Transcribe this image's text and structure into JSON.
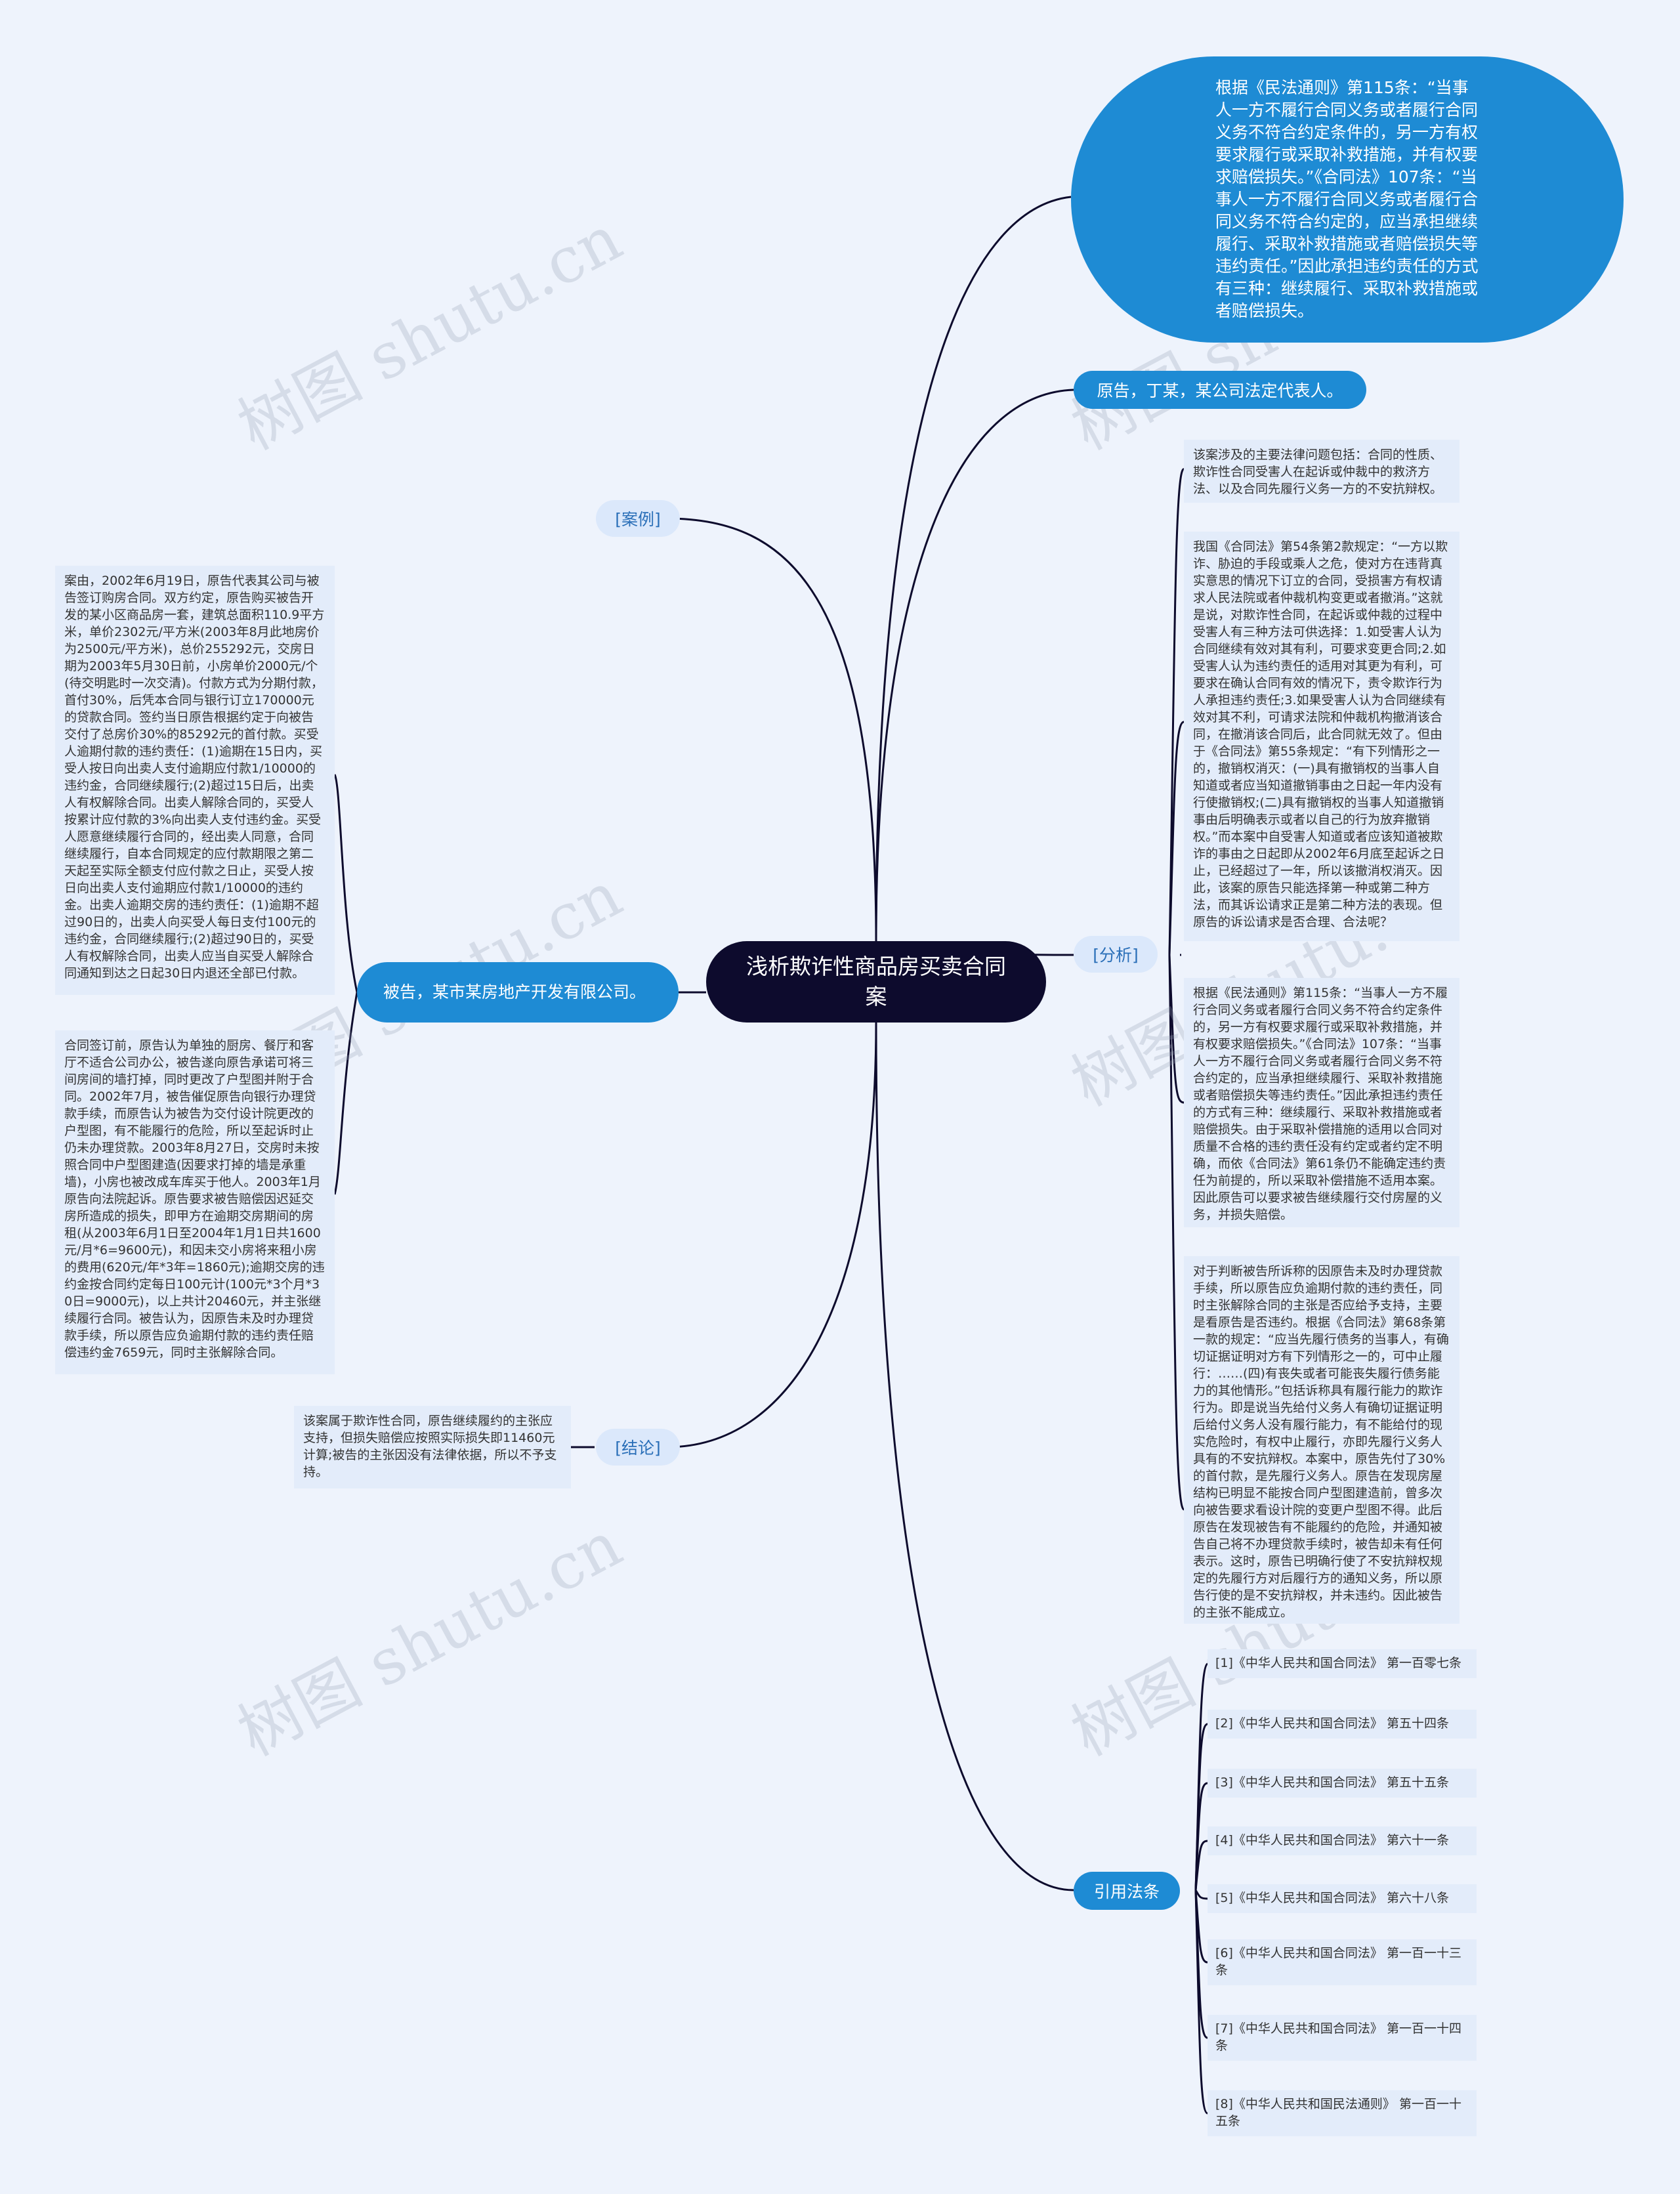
{
  "root": {
    "title": "浅析欺诈性商品房买卖合同案"
  },
  "branches": {
    "law_bubble": "根据《民法通则》第115条：“当事人一方不履行合同义务或者履行合同义务不符合约定条件的，另一方有权要求履行或采取补救措施，并有权要求赔偿损失。”《合同法》107条：“当事人一方不履行合同义务或者履行合同义务不符合约定的，应当承担继续履行、采取补救措施或者赔偿损失等违约责任。”因此承担违约责任的方式有三种：继续履行、采取补救措施或者赔偿损失。",
    "plaintiff": "原告，丁某，某公司法定代表人。",
    "case_label": "[案例]",
    "defendant": "被告，某市某房地产开发有限公司。",
    "conclusion_label": "[结论]",
    "analysis_label": "[分析]",
    "references_label": "引用法条"
  },
  "case_texts": [
    "案由，2002年6月19日，原告代表其公司与被告签订购房合同。双方约定，原告购买被告开发的某小区商品房一套，建筑总面积110.9平方米，单价2302元/平方米(2003年8月此地房价为2500元/平方米)，总价255292元，交房日期为2003年5月30日前，小房单价2000元/个(待交明匙时一次交清)。付款方式为分期付款，首付30%，后凭本合同与银行订立170000元的贷款合同。签约当日原告根据约定于向被告交付了总房价30%的85292元的首付款。买受人逾期付款的违约责任：(1)逾期在15日内，买受人按日向出卖人支付逾期应付款1/10000的违约金，合同继续履行;(2)超过15日后，出卖人有权解除合同。出卖人解除合同的，买受人按累计应付款的3%向出卖人支付违约金。买受人愿意继续履行合同的，经出卖人同意，合同继续履行，自本合同规定的应付款期限之第二天起至实际全额支付应付款之日止，买受人按日向出卖人支付逾期应付款1/10000的违约金。出卖人逾期交房的违约责任：(1)逾期不超过90日的，出卖人向买受人每日支付100元的违约金，合同继续履行;(2)超过90日的，买受人有权解除合同，出卖人应当自买受人解除合同通知到达之日起30日内退还全部已付款。",
    "合同签订前，原告认为单独的厨房、餐厅和客厅不适合公司办公，被告遂向原告承诺可将三间房间的墙打掉，同时更改了户型图并附于合同。2002年7月，被告催促原告向银行办理贷款手续，而原告认为被告为交付设计院更改的户型图，有不能履行的危险，所以至起诉时止仍未办理贷款。2003年8月27日，交房时未按照合同中户型图建造(因要求打掉的墙是承重墙)，小房也被改成车库买于他人。2003年1月原告向法院起诉。原告要求被告赔偿因迟延交房所造成的损失，即甲方在逾期交房期间的房租(从2003年6月1日至2004年1月1日共1600元/月*6=9600元)，和因未交小房将来租小房的费用(620元/年*3年=1860元);逾期交房的违约金按合同约定每日100元计(100元*3个月*30日=9000元)，以上共计20460元，并主张继续履行合同。被告认为，因原告未及时办理贷款手续，所以原告应负逾期付款的违约责任赔偿违约金7659元，同时主张解除合同。"
  ],
  "conclusion_text": "该案属于欺诈性合同，原告继续履约的主张应支持，但损失赔偿应按照实际损失即11460元计算;被告的主张因没有法律依据，所以不予支持。",
  "analysis_texts": [
    "该案涉及的主要法律问题包括：合同的性质、欺诈性合同受害人在起诉或仲裁中的救济方法、以及合同先履行义务一方的不安抗辩权。",
    "我国《合同法》第54条第2款规定：“一方以欺诈、胁迫的手段或乘人之危，使对方在违背真实意思的情况下订立的合同，受损害方有权请求人民法院或者仲裁机构变更或者撤消。”这就是说，对欺诈性合同，在起诉或仲裁的过程中受害人有三种方法可供选择：1.如受害人认为合同继续有效对其有利，可要求变更合同;2.如受害人认为违约责任的适用对其更为有利，可要求在确认合同有效的情况下，责令欺诈行为人承担违约责任;3.如果受害人认为合同继续有效对其不利，可请求法院和仲裁机构撤消该合同，在撤消该合同后，此合同就无效了。但由于《合同法》第55条规定：“有下列情形之一的，撤销权消灭：(一)具有撤销权的当事人自知道或者应当知道撤销事由之日起一年内没有行使撤销权;(二)具有撤销权的当事人知道撤销事由后明确表示或者以自己的行为放弃撤销权。”而本案中自受害人知道或者应该知道被欺诈的事由之日起即从2002年6月底至起诉之日止，已经超过了一年，所以该撤消权消灭。因此，该案的原告只能选择第一种或第二种方法，而其诉讼请求正是第二种方法的表现。但原告的诉讼请求是否合理、合法呢？",
    "根据《民法通则》第115条：“当事人一方不履行合同义务或者履行合同义务不符合约定条件的，另一方有权要求履行或采取补救措施，并有权要求赔偿损失。”《合同法》107条：“当事人一方不履行合同义务或者履行合同义务不符合约定的，应当承担继续履行、采取补救措施或者赔偿损失等违约责任。”因此承担违约责任的方式有三种：继续履行、采取补救措施或者赔偿损失。由于采取补偿措施的适用以合同对质量不合格的违约责任没有约定或者约定不明确，而依《合同法》第61条仍不能确定违约责任为前提的，所以采取补偿措施不适用本案。因此原告可以要求被告继续履行交付房屋的义务，并损失赔偿。",
    "对于判断被告所诉称的因原告未及时办理贷款手续，所以原告应负逾期付款的违约责任，同时主张解除合同的主张是否应给予支持，主要是看原告是否违约。根据《合同法》第68条第一款的规定：“应当先履行债务的当事人，有确切证据证明对方有下列情形之一的，可中止履行：……(四)有丧失或者可能丧失履行债务能力的其他情形。”包括诉称具有履行能力的欺诈行为。即是说当先给付义务人有确切证据证明后给付义务人没有履行能力，有不能给付的现实危险时，有权中止履行，亦即先履行义务人具有的不安抗辩权。本案中，原告先付了30%的首付款，是先履行义务人。原告在发现房屋结构已明显不能按合同户型图建造前，曾多次向被告要求看设计院的变更户型图不得。此后原告在发现被告有不能履约的危险，并通知被告自己将不办理贷款手续时，被告却未有任何表示。这时，原告已明确行使了不安抗辩权规定的先履行方对后履行方的通知义务，所以原告行使的是不安抗辩权，并未违约。因此被告的主张不能成立。"
  ],
  "references": [
    "[1]《中华人民共和国合同法》 第一百零七条",
    "[2]《中华人民共和国合同法》 第五十四条",
    "[3]《中华人民共和国合同法》 第五十五条",
    "[4]《中华人民共和国合同法》 第六十一条",
    "[5]《中华人民共和国合同法》 第六十八条",
    "[6]《中华人民共和国合同法》 第一百一十三条",
    "[7]《中华人民共和国合同法》 第一百一十四条",
    "[8]《中华人民共和国民法通则》 第一百一十五条"
  ],
  "watermark": "树图 shutu.cn",
  "colors": {
    "background": "#eef3fc",
    "root": "#0d0b2d",
    "primary": "#1e8bd4",
    "edge": "#0d0b2d",
    "card": "#e3ecfa"
  }
}
